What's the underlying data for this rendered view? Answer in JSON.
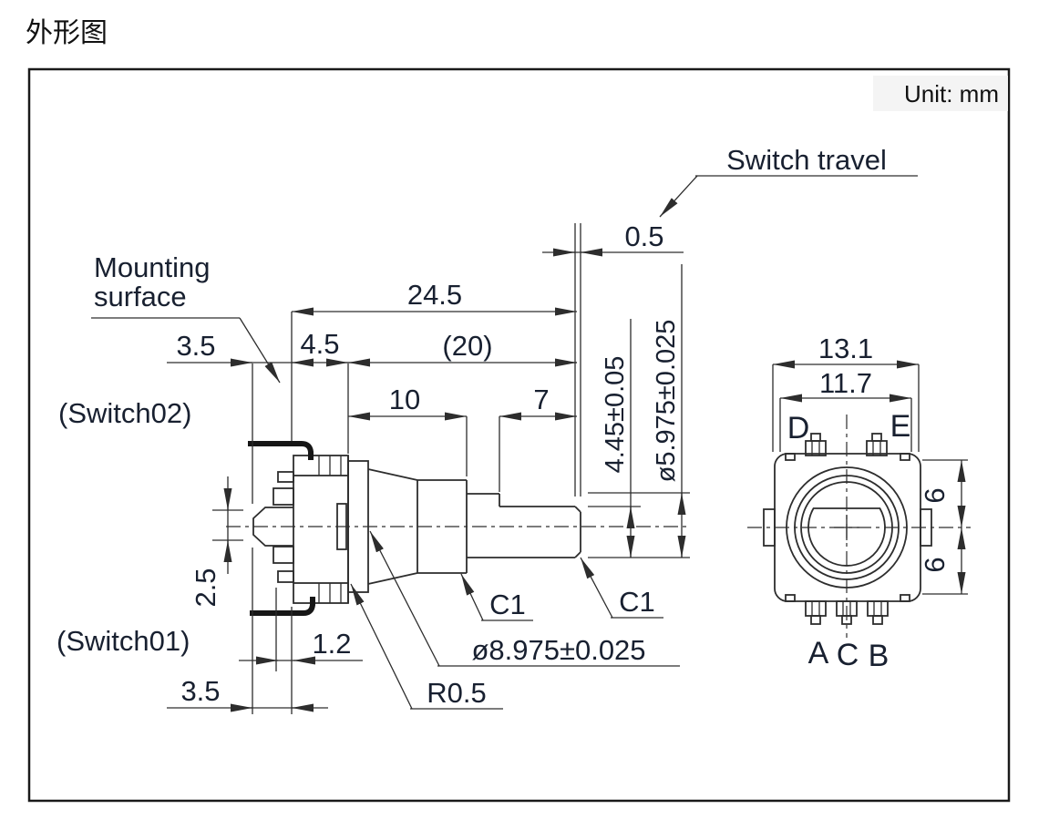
{
  "title": "外形图",
  "unit_label": "Unit: mm",
  "colors": {
    "line": "#2d2d2d",
    "text": "#182030",
    "unit_box_bg": "#f4f4f4"
  },
  "side_view": {
    "labels": {
      "switch_travel": "Switch travel",
      "mounting_surface_line1": "Mounting",
      "mounting_surface_line2": "surface",
      "switch02": "(Switch02)",
      "switch01": "(Switch01)"
    },
    "dimensions": {
      "switch_travel": "0.5",
      "overall_length": "24.5",
      "shaft_length_ref": "(20)",
      "bushing_offset": "4.5",
      "top_clearance": "3.5",
      "bushing_length": "10",
      "flat_length": "7",
      "shaft_flat_height": "4.45±0.05",
      "shaft_diameter": "ø5.975±0.025",
      "plunger_height": "2.5",
      "terminal_offset": "1.2",
      "bottom_clearance": "3.5",
      "chamfer_front": "C1",
      "chamfer_end": "C1",
      "bushing_diameter": "ø8.975±0.025",
      "bracket_radius": "R0.5"
    }
  },
  "front_view": {
    "dimensions": {
      "body_width": "13.1",
      "inner_width": "11.7",
      "half_height_top": "6",
      "half_height_bottom": "6"
    },
    "terminals": {
      "top_left": "D",
      "top_right": "E",
      "bottom_left": "A",
      "bottom_center": "C",
      "bottom_right": "B"
    }
  }
}
